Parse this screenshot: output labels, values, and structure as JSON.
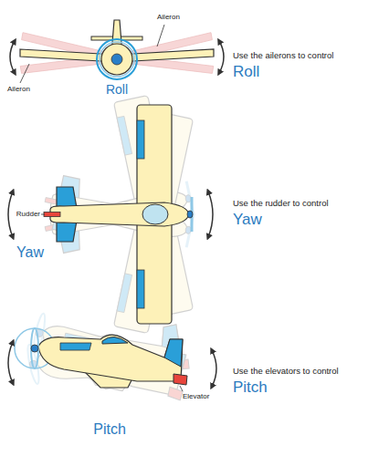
{
  "diagram": {
    "labels": [
      "Aileron",
      "Aileron",
      "Roll",
      "Use the ailerons to control",
      "Roll",
      "Rudder",
      "Use the rudder to control",
      "Yaw",
      "Yaw",
      "Use the elevators to control",
      "Pitch",
      "Elevator",
      "Pitch"
    ]
  }
}
